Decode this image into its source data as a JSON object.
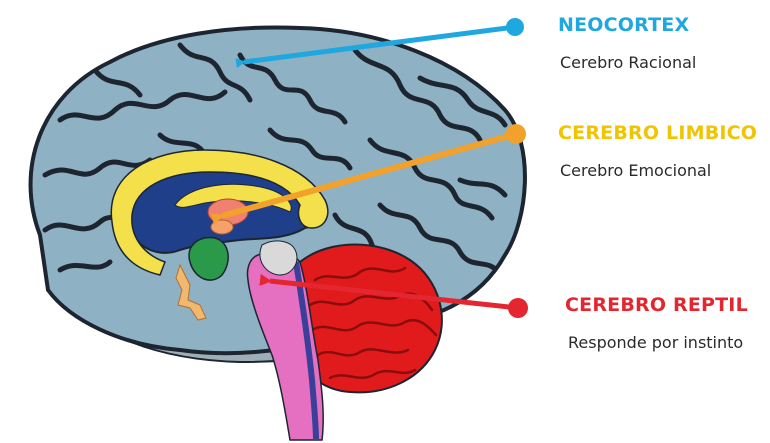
{
  "colors": {
    "neocortex": "#1fa7e0",
    "limbico": "#f2a12a",
    "limbico_title": "#f0c400",
    "reptil": "#e3262f",
    "cortex_fill": "#8fb1c4",
    "cortex_outline": "#1d2530",
    "cerebellum": "#e11b1b",
    "brainstem": "#e56fc0",
    "limbic_ring": "#f4e04a",
    "ventricle": "#1f3f8a",
    "amygdala": "#2a9a4a"
  },
  "labels": {
    "neocortex": {
      "title": "NEOCORTEX",
      "subtitle": "Cerebro Racional"
    },
    "limbico": {
      "title": "CEREBRO LIMBICO",
      "subtitle": "Cerebro Emocional"
    },
    "reptil": {
      "title": "CEREBRO REPTIL",
      "subtitle": "Responde por instinto"
    }
  }
}
